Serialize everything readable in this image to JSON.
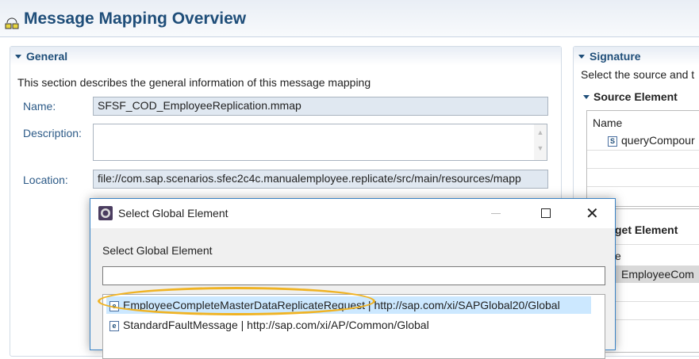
{
  "header": {
    "title": "Message Mapping Overview",
    "icon": "message-mapping-icon"
  },
  "general": {
    "title": "General",
    "description": "This section describes the general information of this message mapping",
    "name_label": "Name:",
    "name_value": "SFSF_COD_EmployeeReplication.mmap",
    "description_label": "Description:",
    "description_value": "",
    "location_label": "Location:",
    "location_value": "file://com.sap.scenarios.sfec2c4c.manualemployee.replicate/src/main/resources/mapp"
  },
  "signature": {
    "title": "Signature",
    "description": "Select the source and t",
    "source": {
      "title": "Source Element",
      "column": "Name",
      "items": [
        "queryCompour"
      ]
    },
    "target": {
      "title": "get Element",
      "column": "e",
      "items": [
        "EmployeeCom"
      ]
    }
  },
  "dialog": {
    "title": "Select Global Element",
    "label": "Select Global Element",
    "filter_value": "",
    "items": [
      "EmployeeCompleteMasterDataReplicateRequest | http://sap.com/xi/SAPGlobal20/Global",
      "StandardFaultMessage | http://sap.com/xi/AP/Common/Global"
    ],
    "selected_index": 0,
    "highlight_color": "#f0b323",
    "selection_color": "#cce8ff"
  }
}
